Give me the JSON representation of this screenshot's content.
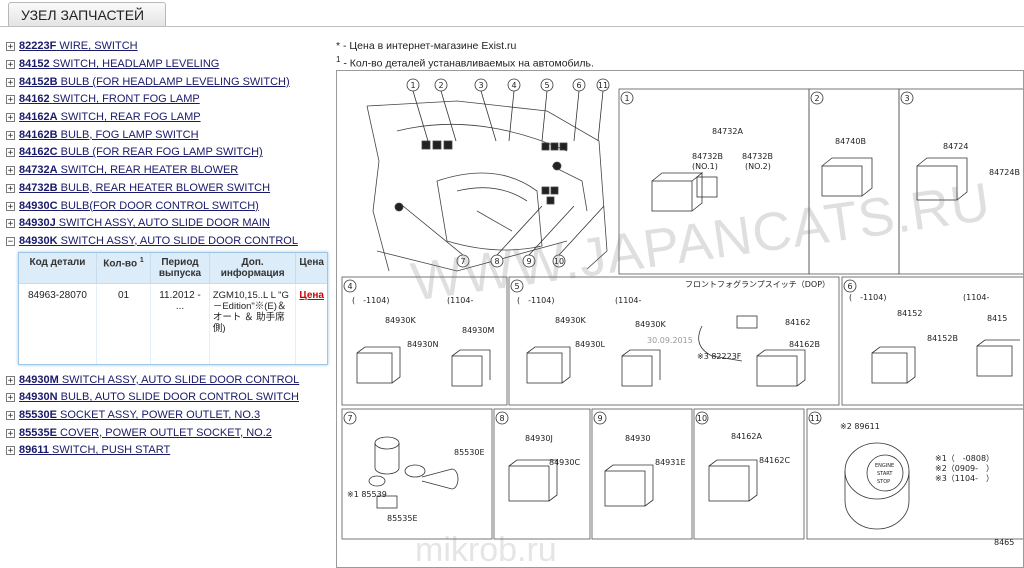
{
  "header": {
    "title": "УЗЕЛ ЗАПЧАСТЕЙ"
  },
  "parts": [
    {
      "code": "82223F",
      "name": "WIRE, SWITCH"
    },
    {
      "code": "84152",
      "name": "SWITCH, HEADLAMP LEVELING"
    },
    {
      "code": "84152B",
      "name": "BULB (FOR HEADLAMP LEVELING SWITCH)"
    },
    {
      "code": "84162",
      "name": "SWITCH, FRONT FOG LAMP"
    },
    {
      "code": "84162A",
      "name": "SWITCH, REAR FOG LAMP"
    },
    {
      "code": "84162B",
      "name": "BULB, FOG LAMP SWITCH"
    },
    {
      "code": "84162C",
      "name": "BULB (FOR REAR FOG LAMP SWITCH)"
    },
    {
      "code": "84732A",
      "name": "SWITCH, REAR HEATER BLOWER"
    },
    {
      "code": "84732B",
      "name": "BULB, REAR HEATER BLOWER SWITCH"
    },
    {
      "code": "84930C",
      "name": "BULB(FOR DOOR CONTROL SWITCH)"
    },
    {
      "code": "84930J",
      "name": "SWITCH ASSY, AUTO SLIDE DOOR MAIN"
    },
    {
      "code": "84930K",
      "name": "SWITCH ASSY, AUTO SLIDE DOOR CONTROL"
    }
  ],
  "parts_after": [
    {
      "code": "84930M",
      "name": "SWITCH ASSY, AUTO SLIDE DOOR CONTROL"
    },
    {
      "code": "84930N",
      "name": "BULB, AUTO SLIDE DOOR CONTROL SWITCH"
    },
    {
      "code": "85530E",
      "name": "SOCKET ASSY, POWER OUTLET, NO.3"
    },
    {
      "code": "85535E",
      "name": "COVER, POWER OUTLET SOCKET, NO.2"
    },
    {
      "code": "89611",
      "name": "SWITCH, PUSH START"
    }
  ],
  "detail": {
    "headers": {
      "part_no": "Код детали",
      "qty": "Кол-во",
      "qty_sup": "1",
      "period": "Период выпуска",
      "info": "Доп. информация",
      "price": "Цена"
    },
    "row": {
      "part_no": "84963-28070",
      "qty": "01",
      "period": "11.2012 - ...",
      "info": "ZGM10,15..L L \"G－Edition\"※(E)＆オート ＆ 助手席側)",
      "price": "Цена"
    }
  },
  "notes": {
    "line1": "* - Цена в интернет-магазине Exist.ru",
    "line2_sup": "1",
    "line2": " - Кол-во деталей устанавливаемых на автомобиль."
  },
  "diagram": {
    "callouts_top": [
      "1",
      "2",
      "3",
      "4",
      "5",
      "6",
      "11"
    ],
    "callouts_bottom": [
      "7",
      "8",
      "9",
      "10"
    ],
    "boxes": [
      "1",
      "2",
      "3",
      "4",
      "5",
      "6",
      "7",
      "8",
      "9",
      "10",
      "11"
    ],
    "labels": {
      "b1a": "84732A",
      "b1b": "84732B",
      "b1c": "84732B",
      "b1d": "(NO.1)",
      "b1e": "(NO.2)",
      "b2a": "84740B",
      "b3a": "84724",
      "b3b": "84724B",
      "b4p": "(　-1104)",
      "b4q": "(1104-",
      "b4a": "84930K",
      "b4b": "84930M",
      "b4c": "84930N",
      "b5p": "(　-1104)",
      "b5q": "(1104-",
      "b5a": "84930K",
      "b5b": "84930L",
      "b5c": "84930K",
      "b5d": "フロントフォグランプスイッチ（DOP）",
      "b5e": "84162",
      "b5f": "84162B",
      "b5g": "※3 82223F",
      "b6p": "(　-1104)",
      "b6q": "(1104-",
      "b6a": "84152",
      "b6b": "84152B",
      "b6c": "8415",
      "b7a": "85530E",
      "b7b": "※1 85539",
      "b7c": "85535E",
      "b8a": "84930J",
      "b8b": "84930C",
      "b9a": "84930",
      "b9b": "84931E",
      "b10a": "84162A",
      "b10b": "84162C",
      "b11a": "※2 89611",
      "b11b": "ENGINE",
      "b11c": "START",
      "b11d": "STOP",
      "n1": "※1（　-0808）",
      "n2": "※2（0909-　）",
      "n3": "※3（1104-　）",
      "code": "8465",
      "date": "30.09.2015"
    }
  },
  "watermarks": {
    "main": "WWW.JAPANCATS.RU",
    "bottom": "mikrob.ru"
  }
}
